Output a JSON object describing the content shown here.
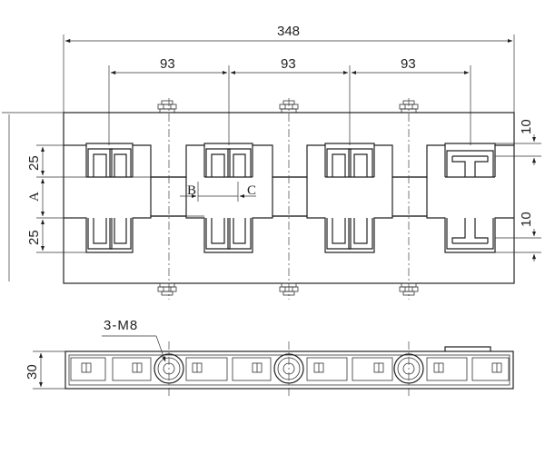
{
  "drawing": {
    "overall_width": "348",
    "pitch_1": "93",
    "pitch_2": "93",
    "pitch_3": "93",
    "slot_height_top": "25",
    "slot_height_bottom": "25",
    "gap_label": "A",
    "slot_depth_top": "10",
    "slot_depth_bottom": "10",
    "label_b": "B",
    "label_c": "C",
    "bolt_callout": "3-M8",
    "side_height": "30"
  }
}
